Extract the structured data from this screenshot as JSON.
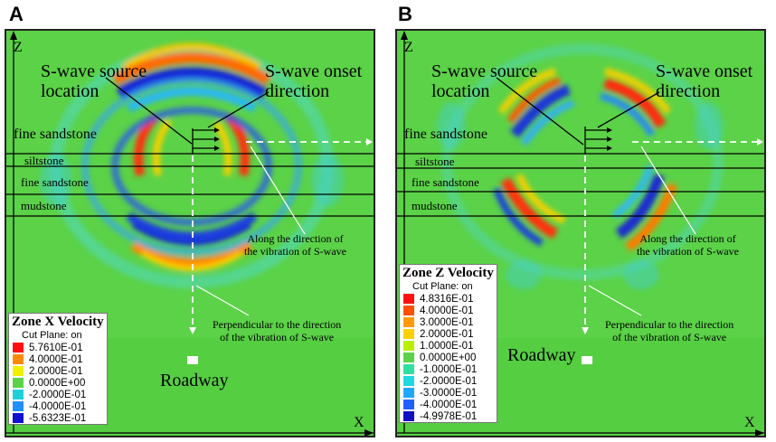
{
  "panels": [
    {
      "letter": "A",
      "z_label": "Z",
      "x_label": "X",
      "source_label": "S-wave source\nlocation",
      "onset_label": "S-wave onset\ndirection",
      "layers": [
        "fine sandstone",
        "siltstone",
        "fine sandstone",
        "mudstone"
      ],
      "along_label": "Along the direction of\nthe vibration of S-wave",
      "perp_label": "Perpendicular to the direction\nof the vibration of S-wave",
      "roadway_label": "Roadway",
      "legend": {
        "title": "Zone X Velocity",
        "subtitle": "Cut Plane: on",
        "entries": [
          {
            "value": "5.7610E-01",
            "color": "#ff1010"
          },
          {
            "value": "4.0000E-01",
            "color": "#ff8a00"
          },
          {
            "value": "2.0000E-01",
            "color": "#f0f000"
          },
          {
            "value": "0.0000E+00",
            "color": "#5bd247"
          },
          {
            "value": "-2.0000E-01",
            "color": "#20d0d8"
          },
          {
            "value": "-4.0000E-01",
            "color": "#2090ff"
          },
          {
            "value": "-5.6323E-01",
            "color": "#1010d0"
          }
        ]
      }
    },
    {
      "letter": "B",
      "z_label": "Z",
      "x_label": "X",
      "source_label": "S-wave source\nlocation",
      "onset_label": "S-wave onset\ndirection",
      "layers": [
        "fine sandstone",
        "siltstone",
        "fine sandstone",
        "mudstone"
      ],
      "along_label": "Along the direction of\nthe vibration of S-wave",
      "perp_label": "Perpendicular to the direction\nof the vibration of S-wave",
      "roadway_label": "Roadway",
      "legend": {
        "title": "Zone Z Velocity",
        "subtitle": "Cut Plane: on",
        "entries": [
          {
            "value": "4.8316E-01",
            "color": "#ff1010"
          },
          {
            "value": "4.0000E-01",
            "color": "#ff5000"
          },
          {
            "value": "3.0000E-01",
            "color": "#ff9a00"
          },
          {
            "value": "2.0000E-01",
            "color": "#ffd000"
          },
          {
            "value": "1.0000E-01",
            "color": "#b8f000"
          },
          {
            "value": "0.0000E+00",
            "color": "#5bd247"
          },
          {
            "value": "-1.0000E-01",
            "color": "#30e0a0"
          },
          {
            "value": "-2.0000E-01",
            "color": "#20d8e0"
          },
          {
            "value": "-3.0000E-01",
            "color": "#20a8ff"
          },
          {
            "value": "-4.0000E-01",
            "color": "#2060ff"
          },
          {
            "value": "-4.9978E-01",
            "color": "#1010c0"
          }
        ]
      }
    }
  ]
}
